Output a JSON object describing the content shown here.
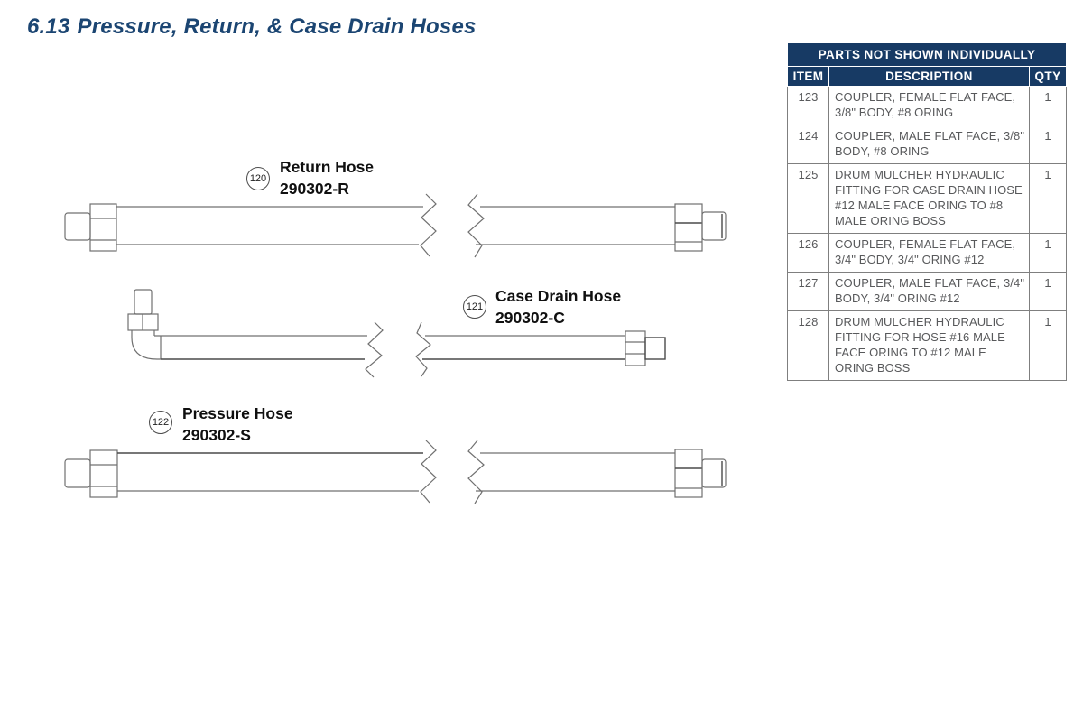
{
  "page": {
    "title_number": "6.13",
    "title_text": "Pressure, Return, & Case Drain Hoses"
  },
  "colors": {
    "title_blue": "#1b4572",
    "table_header_bg": "#173a64",
    "table_border": "#7f7f7f",
    "table_text": "#58595b",
    "diagram_line": "#707070"
  },
  "diagram": {
    "hoses": [
      {
        "callout": "120",
        "name": "Return Hose",
        "part_number": "290302-R"
      },
      {
        "callout": "121",
        "name": "Case Drain Hose",
        "part_number": "290302-C"
      },
      {
        "callout": "122",
        "name": "Pressure Hose",
        "part_number": "290302-S"
      }
    ]
  },
  "parts_table": {
    "title": "PARTS NOT SHOWN INDIVIDUALLY",
    "columns": [
      "ITEM",
      "DESCRIPTION",
      "QTY"
    ],
    "rows": [
      {
        "item": "123",
        "description": "COUPLER, FEMALE FLAT FACE, 3/8\" BODY, #8 ORING",
        "qty": "1"
      },
      {
        "item": "124",
        "description": "COUPLER, MALE FLAT FACE, 3/8\" BODY, #8 ORING",
        "qty": "1"
      },
      {
        "item": "125",
        "description": "DRUM MULCHER HYDRAULIC FITTING FOR CASE DRAIN HOSE #12 MALE FACE ORING TO #8 MALE ORING BOSS",
        "qty": "1"
      },
      {
        "item": "126",
        "description": "COUPLER, FEMALE FLAT FACE, 3/4\" BODY, 3/4\" ORING #12",
        "qty": "1"
      },
      {
        "item": "127",
        "description": "COUPLER, MALE FLAT FACE, 3/4\" BODY, 3/4\" ORING #12",
        "qty": "1"
      },
      {
        "item": "128",
        "description": "DRUM MULCHER HYDRAULIC FITTING FOR HOSE #16 MALE FACE ORING TO #12 MALE ORING BOSS",
        "qty": "1"
      }
    ]
  }
}
